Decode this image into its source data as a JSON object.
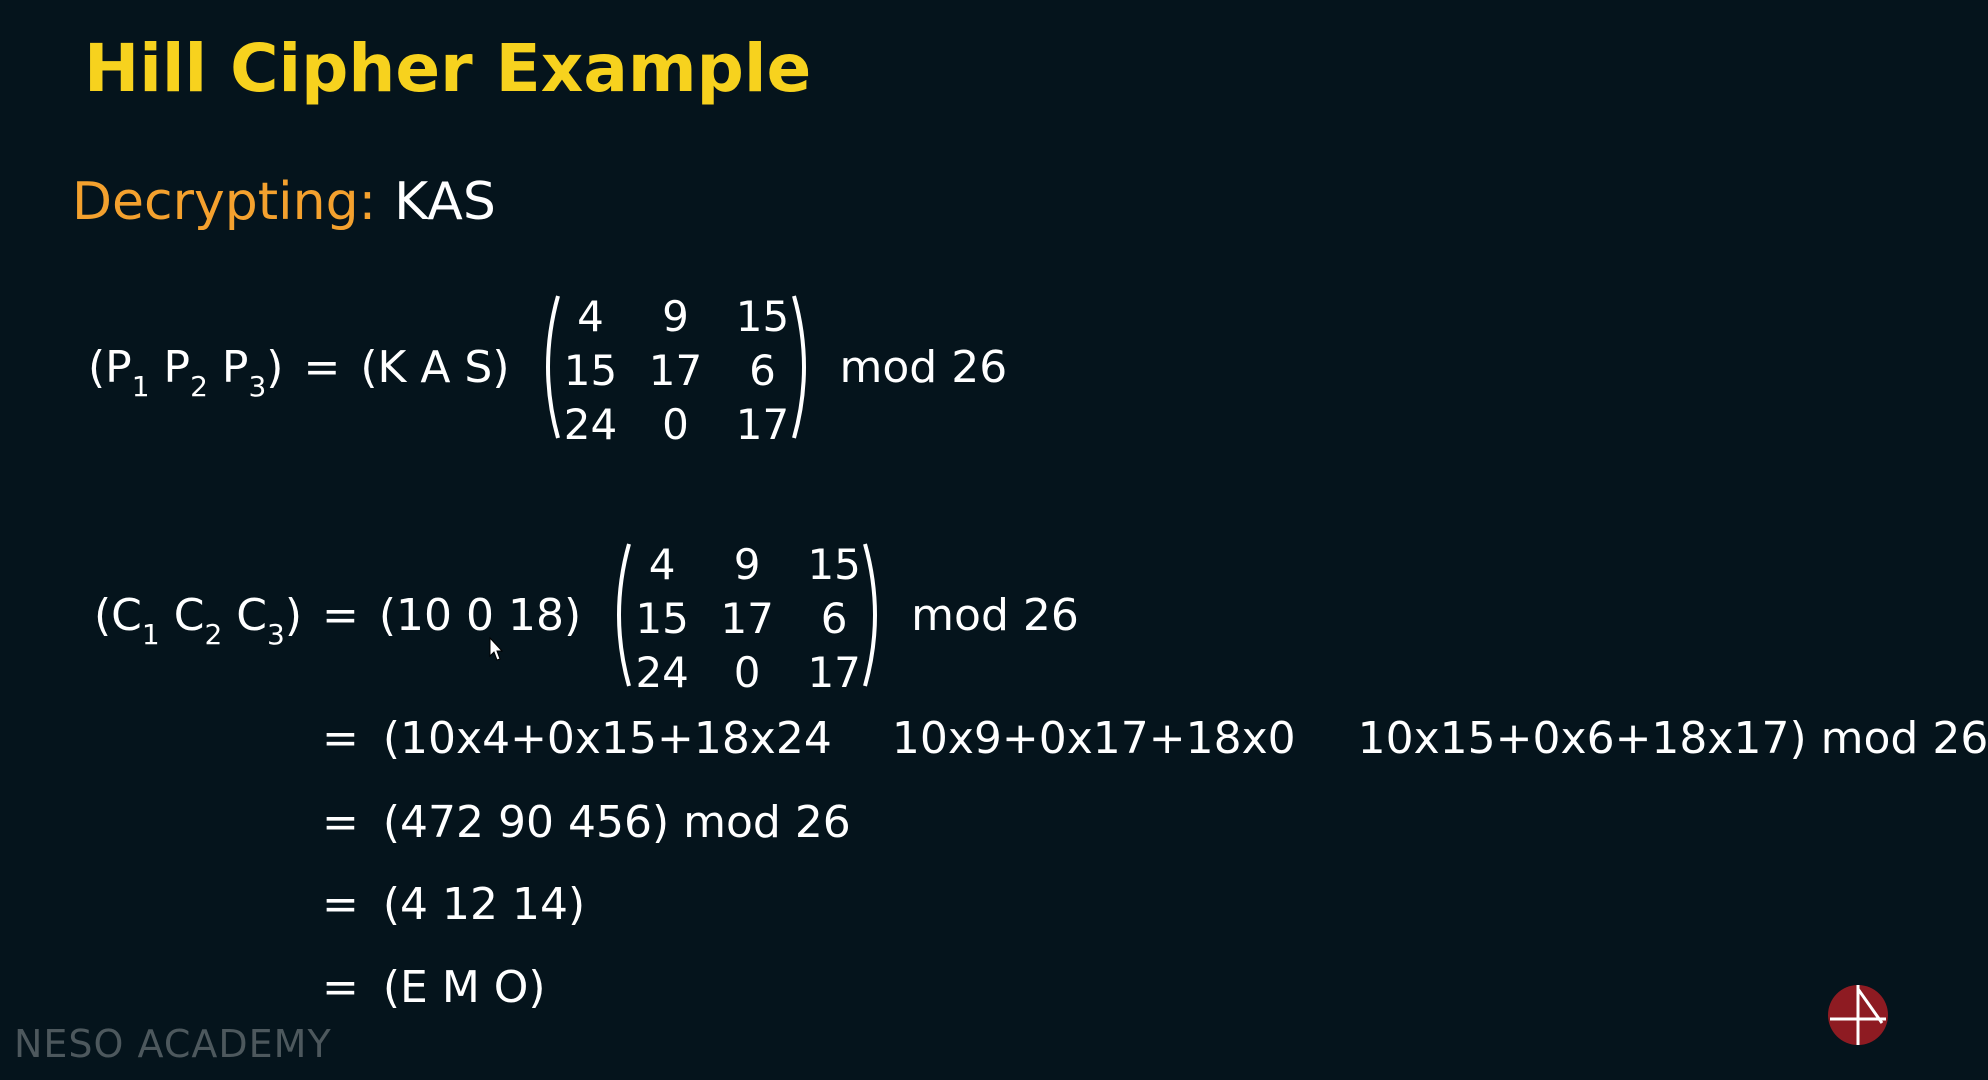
{
  "title": "Hill Cipher Example",
  "subtitle": {
    "label": "Decrypting:",
    "value": "KAS"
  },
  "key_matrix": [
    [
      "4",
      "9",
      "15"
    ],
    [
      "15",
      "17",
      "6"
    ],
    [
      "24",
      "0",
      "17"
    ]
  ],
  "eq1": {
    "lhs": [
      "(P",
      "1",
      "P",
      "2",
      "P",
      "3",
      ")"
    ],
    "equals": "=",
    "vector": "(K A S)",
    "mod": "mod 26"
  },
  "eq2": {
    "lhs": [
      "(C",
      "1",
      "C",
      "2",
      "C",
      "3",
      ")"
    ],
    "equals": "=",
    "vector": "(10 0 18)",
    "mod": "mod 26"
  },
  "steps": [
    {
      "equals": "=",
      "terms": [
        "(10x4+0x15+18x24",
        "10x9+0x17+18x0",
        "10x15+0x6+18x17)"
      ],
      "suffix": "mod 26"
    },
    {
      "equals": "=",
      "text": "(472 90 456) mod 26"
    },
    {
      "equals": "=",
      "text": "(4 12 14)"
    },
    {
      "equals": "=",
      "text": "(E M O)"
    }
  ],
  "watermark": "NESO ACADEMY",
  "colors": {
    "title": "#f7d21e",
    "label": "#f4a12e",
    "text": "#ffffff",
    "background": "#05141c",
    "logo": "#8e1b22"
  },
  "icons": {
    "cursor": "mouse-pointer-icon",
    "logo": "neso-academy-logo-icon"
  }
}
